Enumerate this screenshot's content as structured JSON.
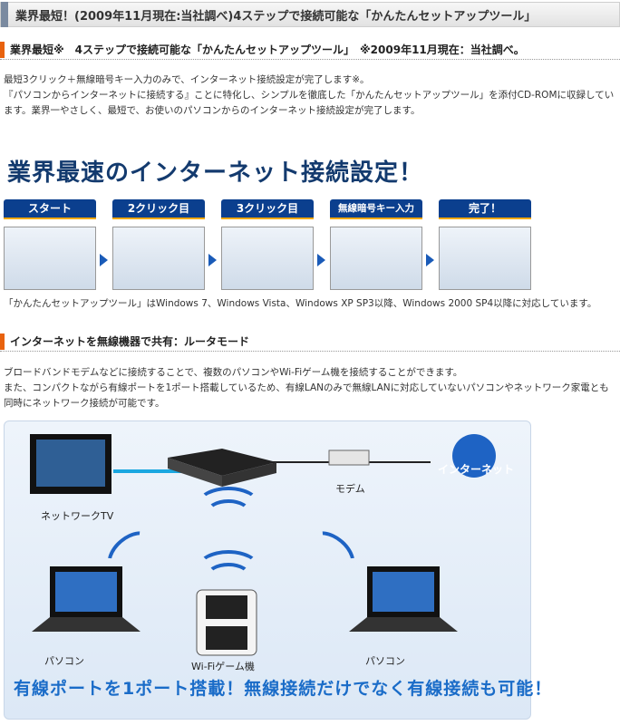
{
  "header": {
    "title": "業界最短！(2009年11月現在:当社調べ)4ステップで接続可能な「かんたんセットアップツール」"
  },
  "section1": {
    "title": "業界最短※　4ステップで接続可能な「かんたんセットアップツール」　※2009年11月現在：当社調べ。",
    "p1": "最短3クリック＋無線暗号キー入力のみで、インターネット接続設定が完了します※。",
    "p2": "『パソコンからインターネットに接続する』ことに特化し、シンプルを徹底した「かんたんセットアップツール」を添付CD-ROMに収録しています。業界一やさしく、最短で、お使いのパソコンからのインターネット接続設定が完了します。"
  },
  "big_title": "業界最速のインターネット接続設定！",
  "steps": [
    {
      "label": "スタート"
    },
    {
      "label": "2クリック目"
    },
    {
      "label": "3クリック目"
    },
    {
      "label": "無線暗号キー入力"
    },
    {
      "label": "完了！"
    }
  ],
  "compat": "「かんたんセットアップツール」はWindows 7、Windows Vista、Windows XP SP3以降、Windows 2000 SP4以降に対応しています。",
  "section2": {
    "title": "インターネットを無線機器で共有：ルータモード",
    "p1": "ブロードバンドモデムなどに接続することで、複数のパソコンやWi-Fiゲーム機を接続することができます。",
    "p2": "また、コンパクトながら有線ポートを1ポート搭載しているため、有線LANのみで無線LANに対応していないパソコンやネットワーク家電とも同時にネットワーク接続が可能です。"
  },
  "diagram": {
    "tv": "ネットワークTV",
    "modem": "モデム",
    "internet": "インターネット",
    "pc_left": "パソコン",
    "game": "Wi-Fiゲーム機",
    "pc_right": "パソコン",
    "slogan": "有線ポートを1ポート搭載！無線接続だけでなく有線接続も可能！"
  },
  "colors": {
    "accent": "#e8620e",
    "navy": "#0b3f8e",
    "slogan": "#1a6cc8"
  }
}
